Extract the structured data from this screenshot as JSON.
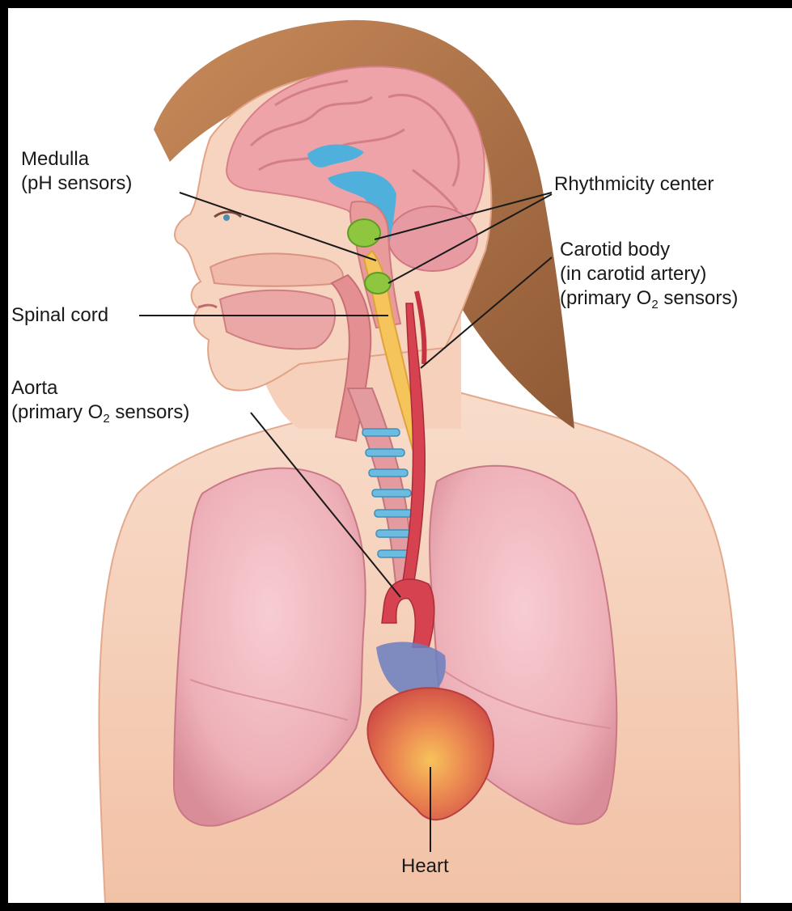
{
  "labels": {
    "medulla": {
      "line1": "Medulla",
      "line2": "(pH sensors)"
    },
    "spinal_cord": {
      "line1": "Spinal cord"
    },
    "aorta": {
      "line1": "Aorta",
      "line2_pre": "(primary O",
      "line2_sub": "2",
      "line2_post": " sensors)"
    },
    "rhythmicity_center": {
      "line1": "Rhythmicity center"
    },
    "carotid_body": {
      "line1": "Carotid body",
      "line2": "(in carotid artery)",
      "line3_pre": "(primary O",
      "line3_sub": "2",
      "line3_post": " sensors)"
    },
    "heart": {
      "line1": "Heart"
    }
  },
  "colors": {
    "frame": "#000000",
    "background": "#ffffff",
    "skin": "#f4c7ae",
    "hair": "#b9774a",
    "brain": "#eea3a8",
    "csf": "#4fb0dc",
    "spinal_cord": "#f5c45a",
    "medulla_center": "#8ec63f",
    "lung": "#efb5bc",
    "artery": "#d6424f",
    "heart": "#e8734d",
    "leader_line": "#1a1a1a"
  }
}
